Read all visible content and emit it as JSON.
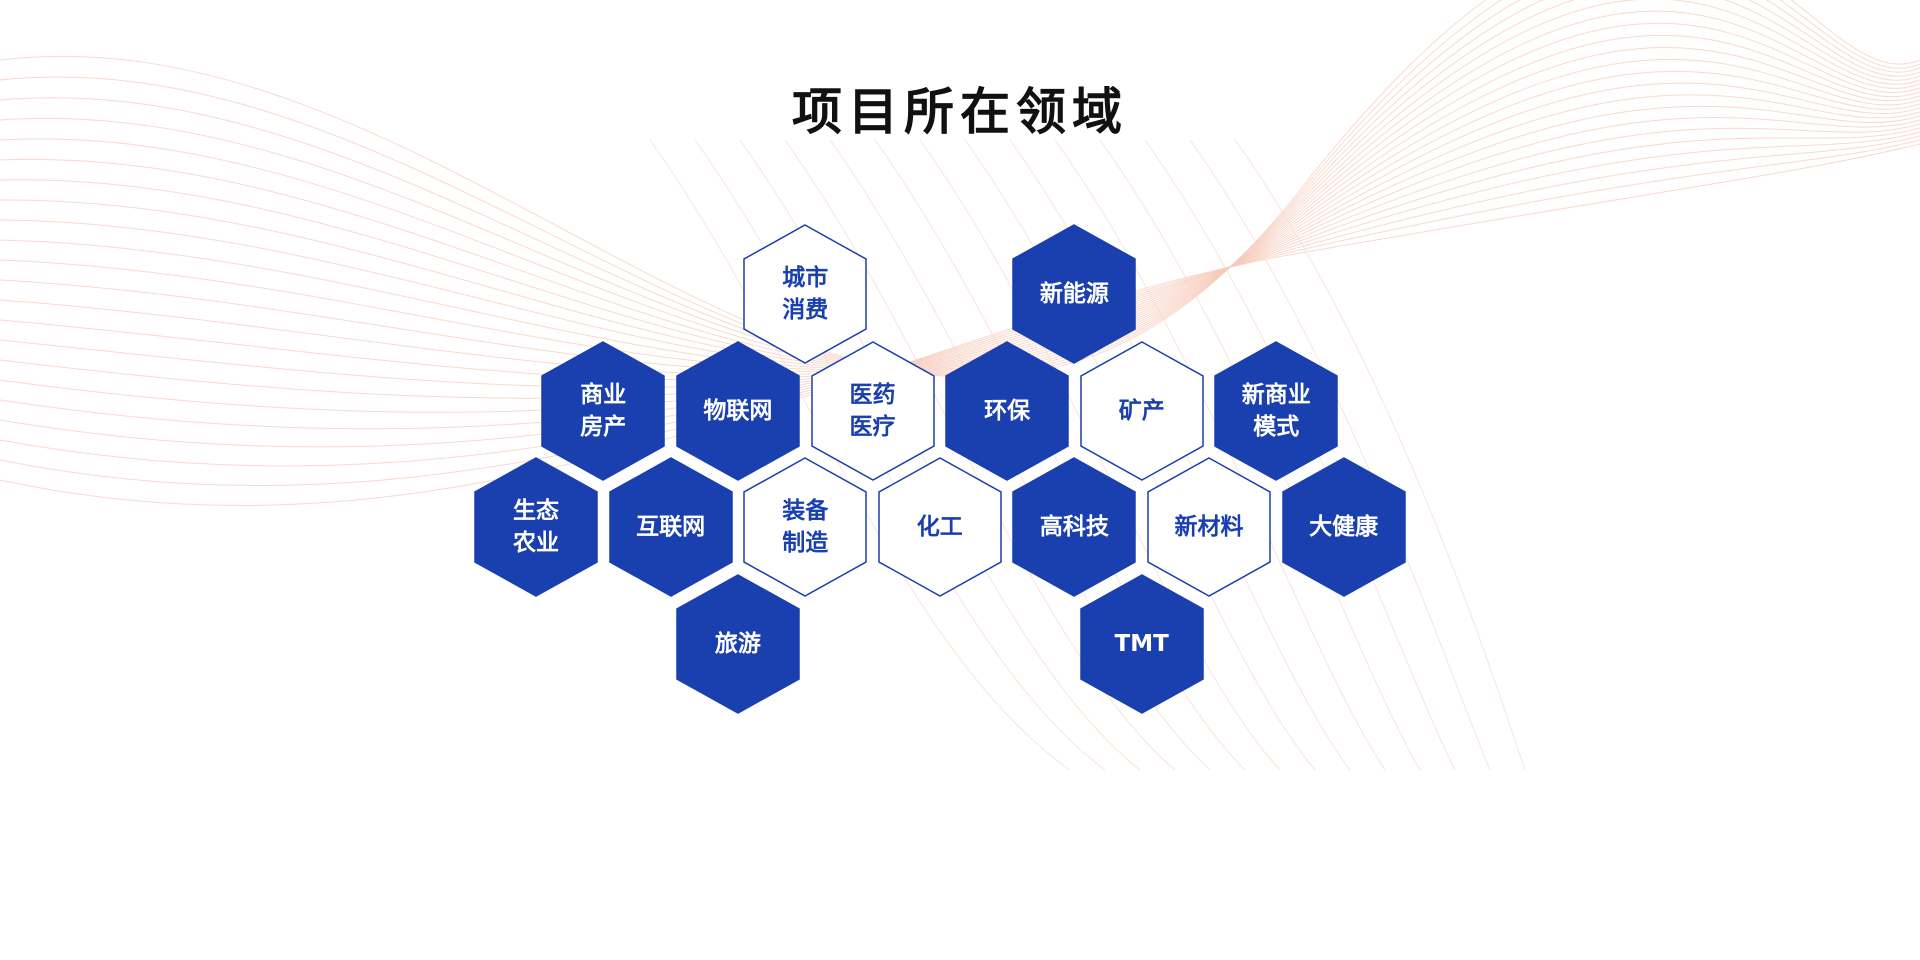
{
  "title": "项目所在领域",
  "colors": {
    "accent": "#1a3fae",
    "wave": "#f6c9b8"
  },
  "hexes": [
    {
      "label": "城市\n消费",
      "style": "outline",
      "col": 4,
      "row": 0
    },
    {
      "label": "新能源",
      "style": "filled",
      "col": 8,
      "row": 0
    },
    {
      "label": "商业\n房产",
      "style": "filled",
      "col": 1,
      "row": 1
    },
    {
      "label": "物联网",
      "style": "filled",
      "col": 3,
      "row": 1
    },
    {
      "label": "医药\n医疗",
      "style": "outline",
      "col": 5,
      "row": 1
    },
    {
      "label": "环保",
      "style": "filled",
      "col": 7,
      "row": 1
    },
    {
      "label": "矿产",
      "style": "outline",
      "col": 9,
      "row": 1
    },
    {
      "label": "新商业\n模式",
      "style": "filled",
      "col": 11,
      "row": 1
    },
    {
      "label": "生态\n农业",
      "style": "filled",
      "col": 0,
      "row": 2
    },
    {
      "label": "互联网",
      "style": "filled",
      "col": 2,
      "row": 2
    },
    {
      "label": "装备\n制造",
      "style": "outline",
      "col": 4,
      "row": 2
    },
    {
      "label": "化工",
      "style": "outline",
      "col": 6,
      "row": 2
    },
    {
      "label": "高科技",
      "style": "filled",
      "col": 8,
      "row": 2
    },
    {
      "label": "新材料",
      "style": "outline",
      "col": 10,
      "row": 2
    },
    {
      "label": "大健康",
      "style": "filled",
      "col": 12,
      "row": 2
    },
    {
      "label": "旅游",
      "style": "filled",
      "col": 3,
      "row": 3
    },
    {
      "label": "TMT",
      "style": "filled",
      "col": 9,
      "row": 3
    }
  ]
}
